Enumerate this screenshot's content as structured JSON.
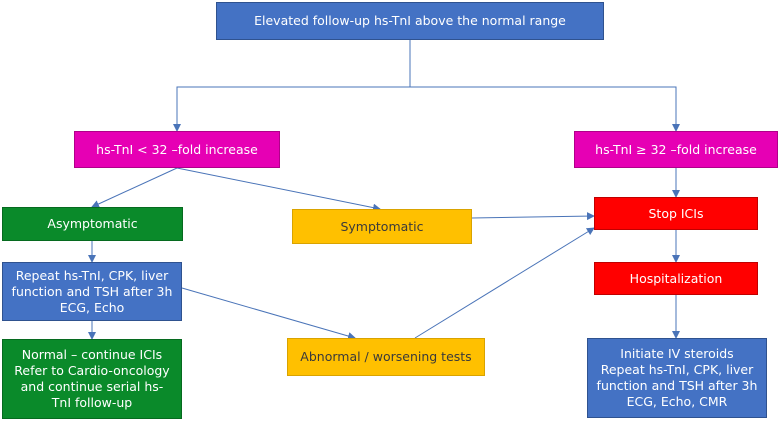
{
  "colors": {
    "blue": "#4472c4",
    "magenta": "#e600b4",
    "green": "#0a8a2a",
    "orange": "#ffc000",
    "red": "#ff0000",
    "text_light": "#ffffff",
    "text_dark": "#3a3a3a",
    "arrow": "#4a74b8"
  },
  "nodes": {
    "elevated": {
      "text": "Elevated follow-up hs-TnI  above the normal range",
      "color": "blue"
    },
    "lt32": {
      "text": "hs-TnI < 32 –fold increase",
      "color": "magenta"
    },
    "ge32": {
      "text": "hs-TnI ≥ 32 –fold increase",
      "color": "magenta"
    },
    "asymptomatic": {
      "text": "Asymptomatic",
      "color": "green"
    },
    "symptomatic": {
      "text": "Symptomatic",
      "color": "orange"
    },
    "stop_icis": {
      "text": "Stop ICIs",
      "color": "red"
    },
    "repeat_3h": {
      "text": "Repeat hs-TnI, CPK, liver\nfunction and TSH after 3h\nECG, Echo",
      "color": "blue"
    },
    "hospitalization": {
      "text": "Hospitalization",
      "color": "red"
    },
    "normal": {
      "text": "Normal – continue ICIs\nRefer to Cardio-oncology\nand continue serial  hs-\nTnI follow-up",
      "color": "green"
    },
    "abnormal": {
      "text": "Abnormal / worsening tests",
      "color": "orange"
    },
    "iv_steroids": {
      "text": "Initiate IV steroids\nRepeat hs-TnI, CPK, liver\nfunction and TSH after 3h\nECG, Echo, CMR",
      "color": "blue"
    }
  },
  "edges": [
    {
      "from": "elevated",
      "to": "lt32"
    },
    {
      "from": "elevated",
      "to": "ge32"
    },
    {
      "from": "lt32",
      "to": "asymptomatic"
    },
    {
      "from": "lt32",
      "to": "symptomatic"
    },
    {
      "from": "ge32",
      "to": "stop_icis"
    },
    {
      "from": "symptomatic",
      "to": "stop_icis"
    },
    {
      "from": "asymptomatic",
      "to": "repeat_3h"
    },
    {
      "from": "repeat_3h",
      "to": "normal"
    },
    {
      "from": "repeat_3h",
      "to": "abnormal"
    },
    {
      "from": "abnormal",
      "to": "stop_icis"
    },
    {
      "from": "stop_icis",
      "to": "hospitalization"
    },
    {
      "from": "hospitalization",
      "to": "iv_steroids"
    }
  ]
}
